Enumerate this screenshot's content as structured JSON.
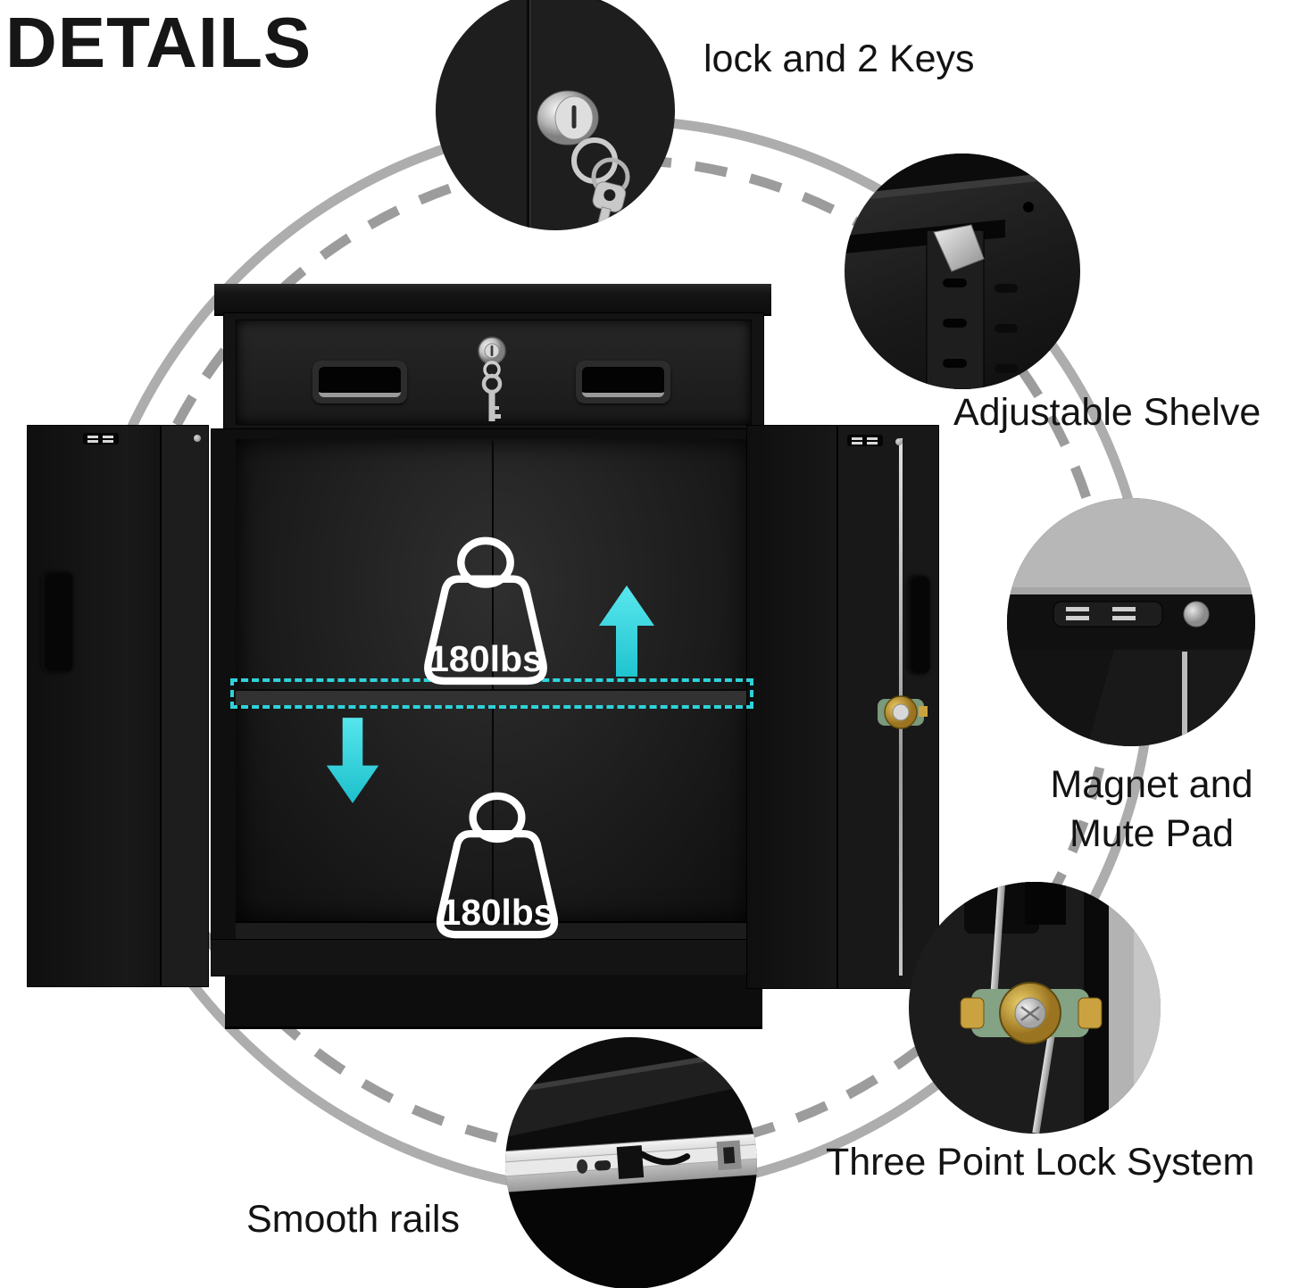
{
  "page": {
    "title": "DETAILS"
  },
  "colors": {
    "accent_cyan": "#2fd2da",
    "ring_gray": "#a9a9a9",
    "cabinet_black": "#161616",
    "text_black": "#131313",
    "photo_gray_background": "#b7b7b7"
  },
  "callouts": {
    "lock_keys": {
      "label": "lock and 2 Keys",
      "icon": "lock-with-two-keys-photo"
    },
    "adjustable_shelf": {
      "label": "Adjustable Shelve",
      "icon": "shelf-bracket-photo"
    },
    "magnet_mute": {
      "label": "Magnet and Mute Pad",
      "icon": "magnet-mute-pad-photo"
    },
    "three_point_lock": {
      "label": "Three Point Lock System",
      "icon": "lock-rod-mechanism-photo"
    },
    "smooth_rails": {
      "label": "Smooth rails",
      "icon": "drawer-slide-rail-photo"
    }
  },
  "cabinet": {
    "shelf_load_top": "180lbs",
    "shelf_load_bottom": "180lbs",
    "icons": {
      "weight": "kettlebell-outline",
      "arrow_up": "cyan-up-arrow",
      "arrow_down": "cyan-down-arrow",
      "shelf_outline": "cyan-dashed-shelf"
    }
  }
}
